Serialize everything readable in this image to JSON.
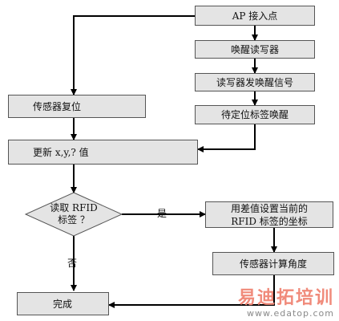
{
  "flowchart": {
    "nodes": {
      "ap_access_point": "AP 接入点",
      "wake_reader": "唤醒读写器",
      "reader_send_wake_signal": "读写器发唤醒信号",
      "tag_waiting_wake": "待定位标签唤醒",
      "sensor_reset": "传感器复位",
      "update_values": "更新 x,y,? 值",
      "read_rfid_tag": {
        "line1": "读取 RFID",
        "line2": "标签 ？"
      },
      "set_coordinates": {
        "line1": "用差值设置当前的",
        "line2": "RFID 标签的坐标"
      },
      "sensor_compute_angle": "传感器计算角度",
      "complete": "完成"
    },
    "edge_labels": {
      "yes": "是",
      "no": "否"
    }
  },
  "watermark": {
    "brand": "易迪拓培训",
    "url": "www.edatop.com"
  }
}
